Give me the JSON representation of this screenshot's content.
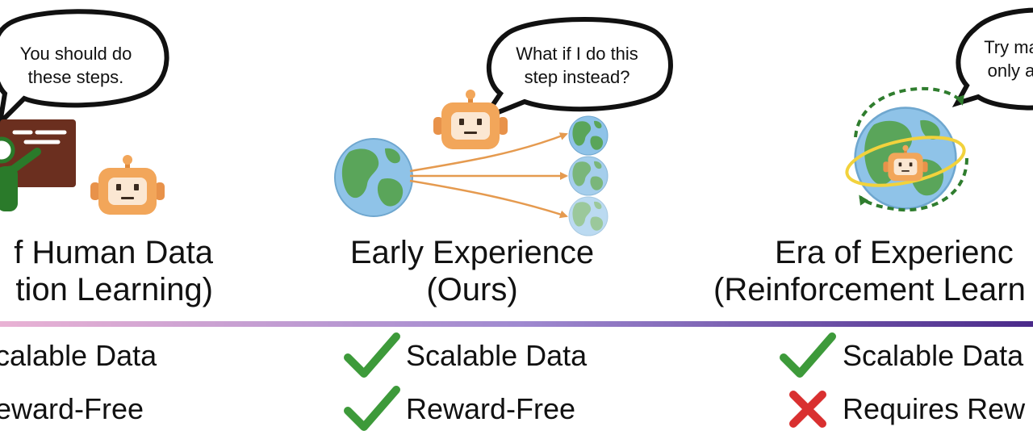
{
  "colors": {
    "timeline_start": "#e9b2d4",
    "timeline_mid": "#a08ad0",
    "timeline_end": "#4a2a8a",
    "check": "#3d9a3a",
    "cross": "#d93030",
    "arrow": "#e59a4f",
    "robot": "#f2a65a",
    "board": "#6b2f1f"
  },
  "icons": [
    "speech-bubble",
    "teacher-icon",
    "chalkboard-icon",
    "robot-icon",
    "globe-icon",
    "branch-arrow-icon",
    "cycle-arrow-icon",
    "checkmark-icon",
    "cross-icon"
  ],
  "panels": [
    {
      "id": "human",
      "speech": [
        "You should do",
        "these steps."
      ],
      "title_line1": "f Human Data",
      "title_line2": "tion Learning)",
      "features": [
        {
          "label": "calable Data",
          "status": "none"
        },
        {
          "label": "eward-Free",
          "status": "none"
        }
      ]
    },
    {
      "id": "early",
      "speech": [
        "What if I do this",
        "step instead?"
      ],
      "title_line1": "Early Experience",
      "title_line2": "(Ours)",
      "features": [
        {
          "label": "Scalable Data",
          "status": "check"
        },
        {
          "label": "Reward-Free",
          "status": "check"
        }
      ]
    },
    {
      "id": "era",
      "speech": [
        "Try ma",
        "only a"
      ],
      "title_line1": "Era of Experienc",
      "title_line2": "(Reinforcement Learn",
      "features": [
        {
          "label": "Scalable Data",
          "status": "check"
        },
        {
          "label": "Requires Rew",
          "status": "cross"
        }
      ]
    }
  ]
}
